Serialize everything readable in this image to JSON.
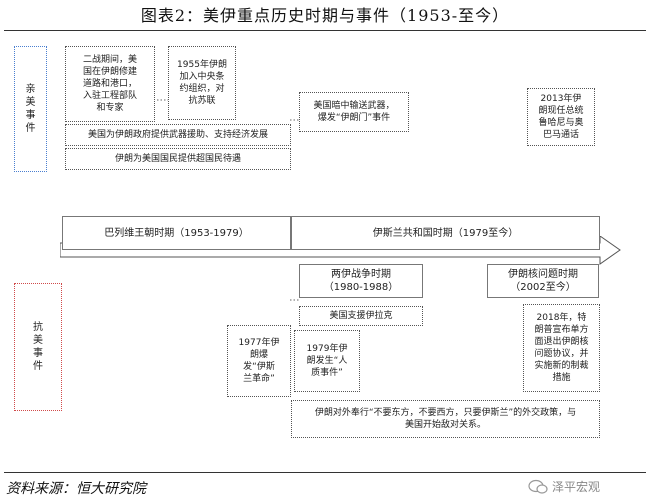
{
  "title": "图表2：美伊重点历史时期与事件（1953-至今）",
  "sides": {
    "pro": "亲\n美\n事\n件",
    "anti": "抗\n美\n事\n件"
  },
  "pro_events": {
    "wwii": "二战期间，美\n国在伊朗修建\n道路和港口，\n入驻工程部队\n和专家",
    "cento": "1955年伊朗\n加入中央条\n约组织，对\n抗苏联",
    "arms_aid": "美国为伊朗政府提供武器援助、支持经济发展",
    "citizen": "伊朗为美国国民提供超国民待遇",
    "irangate": "美国暗中输送武器，\n爆发“伊朗门”事件",
    "call_2013": "2013年伊\n朗现任总统\n鲁哈尼与奥\n巴马通话"
  },
  "eras": {
    "pahlavi": "巴列维王朝时期（1953-1979）",
    "islamic": "伊斯兰共和国时期（1979至今）",
    "iran_iraq_war": "两伊战争时期\n（1980-1988）",
    "nuclear": "伊朗核问题时期\n（2002至今）"
  },
  "anti_events": {
    "support_iraq": "美国支援伊拉克",
    "rev_1977": "1977年伊\n朗爆\n发“伊斯\n兰革命”",
    "hostage_1979": "1979年伊\n朗发生“人\n质事件”",
    "policy": "伊朗对外奉行“不要东方，不要西方，只要伊斯兰”的外交政策，与\n美国开始敌对关系。",
    "withdraw_2018": "2018年，特\n朗普宣布单方\n面退出伊朗核\n问题协议，并\n实施新的制裁\n措施"
  },
  "footer": {
    "source": "资料来源：恒大研究院",
    "watermark": "泽平宏观"
  }
}
